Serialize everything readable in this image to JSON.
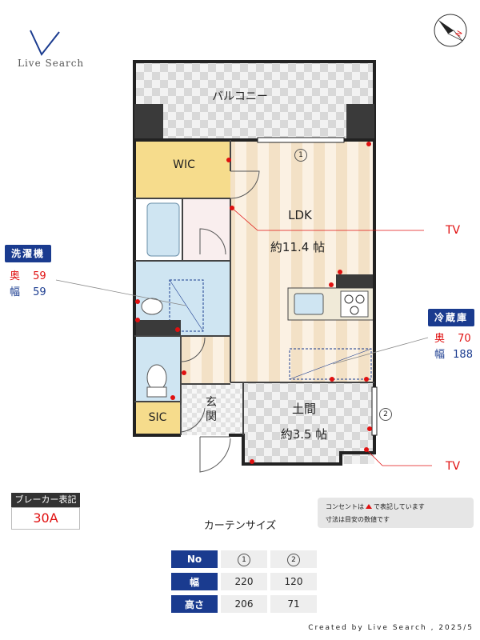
{
  "logo": {
    "text": "Live Search"
  },
  "rooms": {
    "balcony": "バルコニー",
    "wic": "WIC",
    "ldk": "LDK",
    "ldk_area": "約11.4 帖",
    "doma": "土間",
    "doma_area": "約3.5 帖",
    "genkan": "玄\n関",
    "sic": "SIC",
    "window_1": "1",
    "window_2": "2"
  },
  "washer": {
    "title": "洗濯機",
    "depth_label": "奥",
    "depth": "59",
    "width_label": "幅",
    "width": "59"
  },
  "fridge": {
    "title": "冷蔵庫",
    "depth_label": "奥",
    "depth": "70",
    "width_label": "幅",
    "width": "188"
  },
  "tv_labels": [
    "TV",
    "TV"
  ],
  "breaker": {
    "title": "ブレーカー表記",
    "value": "30A"
  },
  "note": {
    "line1": "コンセントは",
    "line1_suffix": "で表記しています",
    "line2": "寸法は目安の数値です"
  },
  "curtain": {
    "title": "カーテンサイズ",
    "header": {
      "no": "No",
      "c1": "1",
      "c2": "2"
    },
    "rows": [
      {
        "label": "幅",
        "v1": "220",
        "v2": "120"
      },
      {
        "label": "高さ",
        "v1": "206",
        "v2": "71"
      }
    ]
  },
  "footer": "Created by Live Search , 2025/5",
  "colors": {
    "accent": "#1a3b8f",
    "red": "#e01010",
    "ldk_stripe": "#f3e1c6",
    "wic": "#f6dc8c",
    "bath": "#cfe5f2"
  }
}
